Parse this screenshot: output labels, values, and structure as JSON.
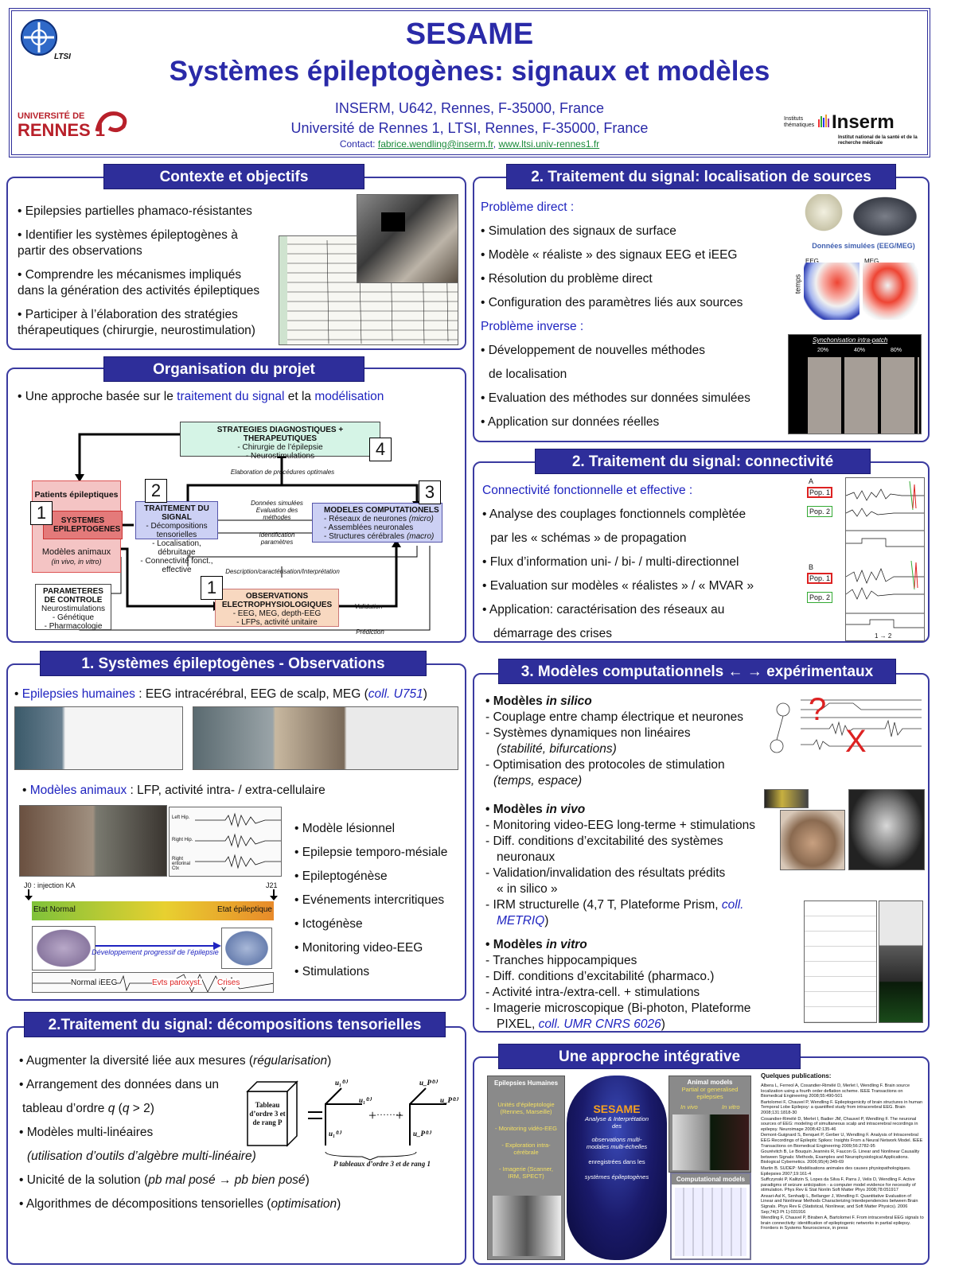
{
  "header": {
    "title": "SESAME",
    "subtitle": "Systèmes épileptogènes: signaux et modèles",
    "line1": "INSERM, U642, Rennes, F-35000, France",
    "line2": "Université de Rennes 1, LTSI, Rennes, F-35000, France",
    "contact_label": "Contact:",
    "email": "fabrice.wendling@inserm.fr",
    "web": "www.ltsi.univ-rennes1.fr",
    "ltsi_label": "LTSI",
    "rennes_top": "UNIVERSITÉ DE",
    "rennes_bottom": "RENNES 1",
    "inserm_prefix": "Instituts thématiques",
    "inserm": "Inserm",
    "inserm_sub": "Institut national de la santé et de la recherche médicale"
  },
  "contexte": {
    "title": "Contexte et objectifs",
    "items": [
      "• Epilepsies partielles phamaco-résistantes",
      "• Identifier les systèmes épileptogènes à",
      "partir des observations",
      "• Comprendre les mécanismes impliqués",
      "dans la génération des activités épileptiques",
      "•  Participer à l’élaboration des stratégies",
      "thérapeutiques (chirurgie, neurostimulation)"
    ]
  },
  "organisation": {
    "title": "Organisation du projet",
    "intro_a": "• Une approche basée sur le ",
    "intro_b": "traitement du signal",
    "intro_c": " et la ",
    "intro_d": "modélisation",
    "strat_title": "STRATEGIES DIAGNOSTIQUES + THERAPEUTIQUES",
    "strat_1": "- Chirurgie de l’épilepsie",
    "strat_2": "- Neurostimulations",
    "elab": "Elaboration de procédures optimales",
    "patients": "Patients épileptiques",
    "systemes": "SYSTEMES EPILEPTOGENES",
    "animaux": "Modèles animaux",
    "animaux_sub": "(in vivo, in vitro)",
    "ts_title": "TRAITEMENT DU SIGNAL",
    "ts_1": "- Décompositions tensorielles",
    "ts_2": "- Localisation, débruitage",
    "ts_3": "- Connectivité fonct., effective",
    "donnees": "Données simulées Evaluation des méthodes",
    "ident": "Identification paramètres",
    "mc_title": "MODELES COMPUTATIONELS",
    "mc_1": "- Réseaux de neurones",
    "mc_1b": "(micro)",
    "mc_2": "- Assemblées neuronales",
    "mc_3": "- Structures cérébrales",
    "mc_3b": "(macro)",
    "descr": "Description/caractérisation/Interprétation",
    "param_title": "PARAMETERES DE CONTROLE",
    "param_1": "Neurostimulations",
    "param_2": "- Génétique",
    "param_3": "- Pharmacologie",
    "obs_title": "OBSERVATIONS ELECTROPHYSIOLOGIQUES",
    "obs_1": "- EEG, MEG, depth-EEG",
    "obs_2": "- LFPs, activité unitaire",
    "validation": "Validation",
    "prediction": "Prédiction",
    "n1": "1",
    "n2": "2",
    "n3": "3",
    "n4": "4"
  },
  "observations": {
    "title": "1. Systèmes épileptogènes - Observations",
    "h1a": "Epilepsies humaines",
    "h1b": " : EEG intracérébral, EEG de scalp, MEG (",
    "h1c": "coll. U751",
    "h1d": ")",
    "h2a": "Modèles animaux",
    "h2b": " : LFP, activité intra- / extra-cellulaire",
    "list": [
      "• Modèle lésionnel",
      "• Epilepsie temporo-mésiale",
      "• Epileptogénèse",
      "• Evénements intercritiques",
      "• Ictogénèse",
      "• Monitoring video-EEG",
      "• Stimulations"
    ],
    "j0": "J0 : injection KA",
    "j21": "J21",
    "etat_normal": "Etat Normal",
    "etat_epi": "Etat épileptique",
    "dev": "Développement progressif de l’épilepsie",
    "normal_ieeg": "Normal iEEG",
    "evts": "Evts paroxyst.",
    "crises": "Crises",
    "lfp_labels": [
      "Left Hip.",
      "Right Hip.",
      "Right entorinal Ctx"
    ]
  },
  "tensor": {
    "title": "2.Traitement du signal: décompositions tensorielles",
    "items": [
      "• Augmenter la diversité liée aux mesures (",
      "régularisation",
      ")",
      "• Arrangement des données dans un",
      "tableau d’ordre ",
      "q",
      " (",
      "q",
      " > 2)",
      "• Modèles multi-linéaires",
      "(utilisation d’outils d’algèbre multi-linéaire)",
      "• Unicité de la solution  (",
      "pb mal posé → pb bien posé",
      ")",
      "• Algorithmes de décompositions tensorielles  (",
      "optimisation",
      ")"
    ],
    "cube": "Tableau d’ordre 3 et de rang P",
    "ptab": "P tableaux d’ordre 3 et de rang 1"
  },
  "sources": {
    "title": "2. Traitement du signal: localisation de sources",
    "pd": "Problème direct",
    "items1": [
      "• Simulation des signaux de surface",
      "• Modèle « réaliste » des signaux EEG et iEEG",
      "• Résolution du problème direct",
      "• Configuration des paramètres liés aux sources"
    ],
    "pi": "Problème inverse",
    "items2": [
      "• Développement de nouvelles méthodes",
      "de localisation",
      "• Evaluation des méthodes sur données simulées",
      "• Application sur données réelles"
    ],
    "sim_label": "Données simulées (EEG/MEG)",
    "temps": "temps",
    "eeg": "EEG",
    "meg": "MEG",
    "sync": "Synchonisation intra-patch",
    "pct": [
      "20%",
      "40%",
      "80%"
    ]
  },
  "connect": {
    "title": "2. Traitement du signal: connectivité",
    "head": "Connectivité fonctionnelle et effective",
    "items": [
      "• Analyse des couplages fonctionnels complètée",
      "par les « schémas » de propagation",
      "• Flux d’information uni- / bi- / multi-directionnel",
      "• Evaluation sur modèles « réalistes » / « MVAR »",
      "• Application: caractérisation des réseaux au",
      "démarrage des crises"
    ],
    "pop1": "Pop. 1",
    "pop2": "Pop. 2",
    "a": "A",
    "b": "B",
    "arrow": "1 → 2"
  },
  "models": {
    "title": "3. Modèles computationnels ← → expérimentaux",
    "silico_h": "• Modèles ",
    "silico_i": "in silico",
    "silico": [
      "- Couplage entre champ électrique et neurones",
      "- Systèmes dynamiques non linéaires",
      "(stabilité, bifurcations)",
      "- Optimisation des protocoles de stimulation",
      "(temps, espace)"
    ],
    "vivo_h": "• Modèles ",
    "vivo_i": "in vivo",
    "vivo": [
      "- Monitoring video-EEG long-terme + stimulations",
      "-  Diff. conditions d’excitabilité des systèmes",
      "neuronaux",
      "-  Validation/invalidation des résultats prédits",
      "« in silico »",
      "- IRM structurelle (4,7 T, Plateforme Prism, ",
      "coll.",
      "METRIQ",
      ")"
    ],
    "vitro_h": "• Modèles ",
    "vitro_i": "in vitro",
    "vitro": [
      "- Tranches hippocampiques",
      "- Diff. conditions d’excitabilité (pharmaco.)",
      "- Activité intra-/extra-cell. + stimulations",
      "- Imagerie microscopique (Bi-photon, Plateforme",
      "PIXEL, ",
      "coll. UMR CNRS 6026",
      ")"
    ],
    "q": "?",
    "x": "X"
  },
  "integr": {
    "title": "Une approche intégrative",
    "left_h": "Epilepsies Humaines",
    "left": [
      "Unités d’épileptologie (Rennes, Marseille)",
      "- Monitoring vidéo-EEG",
      "- Exploration intra-cérébrale",
      "- Imagerie (Scanner, IRM, SPECT)"
    ],
    "center_t": "SESAME",
    "center": [
      "Analyse & Interprétation des",
      "observations multi-modales multi-échelles",
      "enregistrées dans les",
      "systèmes épileptogènes"
    ],
    "animal_h": "Animal models",
    "animal_s": "Partial or generalised epilepsies",
    "invivo": "In vivo",
    "invitro": "In vitro",
    "comp_h": "Computational models",
    "pubs_h": "Quelques publications:",
    "pubs": [
      "Albera L, Ferreol A, Cosandier-Rimélé D, Merlet I, Wendling F. Brain source localization using a fourth order deflation scheme. IEEE Transactions on Biomedical Engineering 2008;55:490-501",
      "Bartolomei F, Chauvel P, Wendling F. Epileptogenicity of brain structures in human Temporal Lobe Epilepsy: a quantified study from intracerebral EEG. Brain 2008;131:1818-30",
      "Cosandier-Rimélé D, Merlet I, Badier JM, Chauvel P, Wendling F. The neuronal sources of EEG: modeling of simultaneous scalp and intracerebral recordings in epilepsy. Neuroimage 2008;42:135-46",
      "Demont-Guignard S, Benquet P, Gerber U, Wendling F. Analysis of Intracerebral EEG Recordings of Epileptic Spikes: Insights From a Neural Network Model. IEEE Transactions on Biomedical Engineering 2009;56:2782-95",
      "Gourévitch B, Le Bouquin Jeannès R, Faucon G. Linear and Nonlinear Causality between Signals: Methods, Examples and Neurophysiological Applications. Biological Cybernetics. 2006;95(4):349-69",
      "Martin B. SUDEP: Modélisations animales des causes physiopathologiques. Epilepsies 2007;19:161-4",
      "Suffczynski P, Kalitzin S, Lopes da Silva F, Parra J, Velis D, Wendling F. Active paradigms of seizure anticipation - a computer model evidence for necessity of stimulation. Phys Rev E Stat Nonlin Soft Matter Phys 2008;78:051917",
      "Ansari-Asl K, Senhadji L, Bellanger J, Wendling F. Quantitative Evaluation of Linear and Nonlinear Methods Characterizing Interdependencies between Brain Signals. Phys Rev E (Statistical, Nonlinear, and Soft Matter Physics). 2006 Sep;74(3 Pt 1):031916",
      "Wendling F, Chauvel P, Biraben A, Bartolomei F. From intracerebral EEG signals to brain connectivity: identification of epileptogenic networks in partial epilepsy. Frontiers in Systems Neuroscience, in press"
    ]
  },
  "colors": {
    "accent": "#2e2e9a",
    "link": "#1f24c0",
    "title": "#2a2aa8"
  }
}
